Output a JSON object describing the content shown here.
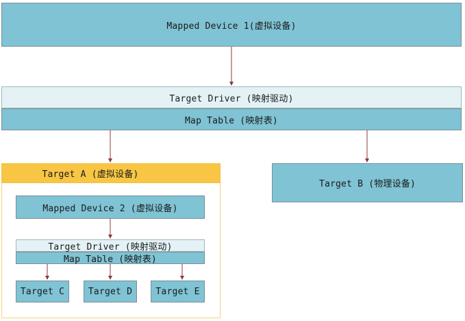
{
  "mapped_device_1": "Mapped Device 1(虚拟设备)",
  "target_driver_1": "Target Driver (映射驱动)",
  "map_table_1": "Map Table (映射表)",
  "target_a": "Target A (虚拟设备)",
  "target_b": "Target B (物理设备)",
  "mapped_device_2": "Mapped Device 2 (虚拟设备)",
  "target_driver_2": "Target Driver (映射驱动)",
  "map_table_2": "Map Table (映射表)",
  "target_c": "Target C",
  "target_d": "Target D",
  "target_e": "Target E",
  "colors": {
    "box_fill": "#7fc3d4",
    "driver_fill": "#e4f2f5",
    "target_a_header": "#f8c644",
    "arrow": "#8b3a3a"
  }
}
